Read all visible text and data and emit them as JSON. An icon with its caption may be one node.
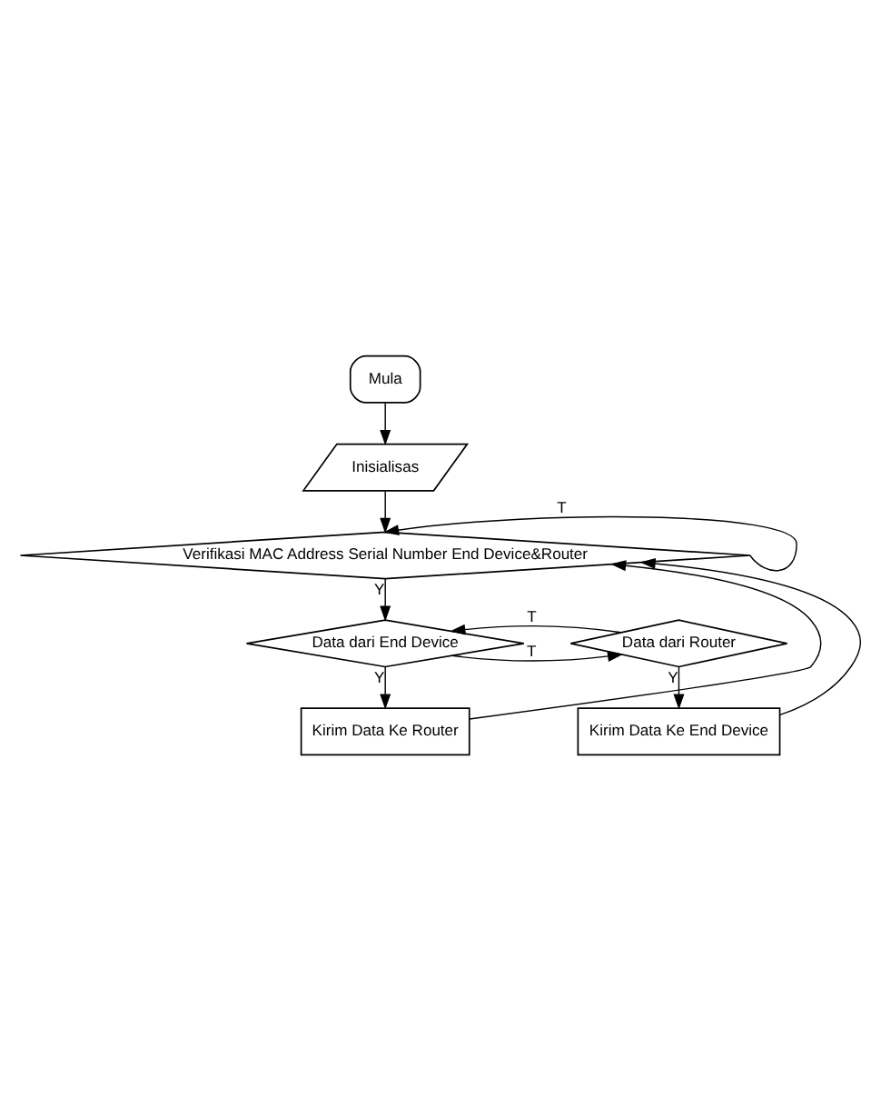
{
  "diagram": {
    "nodes": [
      {
        "text": [
          "Mula"
        ]
      },
      {
        "text": [
          "Inisialisas"
        ]
      },
      {
        "text": [
          "Verifikasi MAC Address Serial Number End Device&Router"
        ]
      },
      {
        "text": [
          "Data dari End Device"
        ]
      },
      {
        "text": [
          "Data dari Router"
        ]
      },
      {
        "text": [
          "Kirim Data Ke Router"
        ]
      },
      {
        "text": [
          "Kirim Data Ke End Device"
        ]
      }
    ],
    "edges": [
      {
        "from": 0,
        "to": 1,
        "arrow": "to"
      },
      {
        "from": 1,
        "to": 2,
        "arrow": "to"
      },
      {
        "from": 2,
        "to": 2,
        "arrow": "to",
        "label": "T"
      },
      {
        "from": 2,
        "to": 3,
        "arrow": "to",
        "label": "Y"
      },
      {
        "from": 3,
        "to": 4,
        "arrow": "to",
        "label": "T"
      },
      {
        "from": 4,
        "to": 3,
        "arrow": "to",
        "label": "T"
      },
      {
        "from": 3,
        "to": 5,
        "arrow": "to",
        "label": "Y"
      },
      {
        "from": 4,
        "to": 6,
        "arrow": "to",
        "label": "Y"
      },
      {
        "from": 5,
        "to": 2,
        "arrow": "to"
      },
      {
        "from": 6,
        "to": 2,
        "arrow": "to"
      }
    ]
  }
}
